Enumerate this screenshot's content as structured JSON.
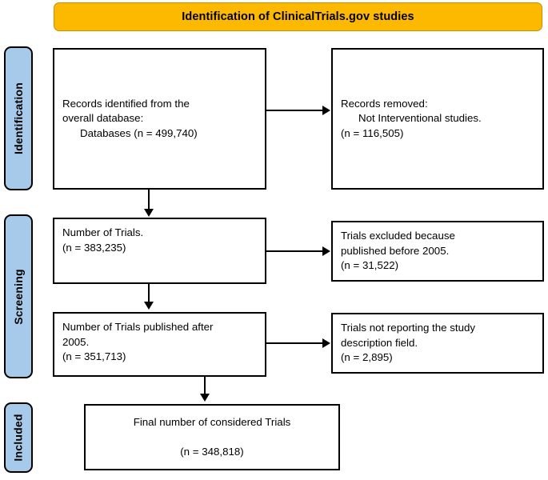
{
  "header": {
    "title": "Identification of ClinicalTrials.gov studies",
    "background_color": "#fcb900",
    "border_color": "#c99100"
  },
  "stages": [
    {
      "id": "identification",
      "label": "Identification",
      "color": "#a8caea"
    },
    {
      "id": "screening",
      "label": "Screening",
      "color": "#a8caea"
    },
    {
      "id": "included",
      "label": "Included",
      "color": "#a8caea"
    }
  ],
  "boxes": {
    "records_identified": {
      "line1": "Records identified from the",
      "line2": "overall database:",
      "line3": "Databases (n = 499,740)",
      "count": "499,740"
    },
    "records_removed": {
      "line1": "Records removed:",
      "line2": "Not Interventional studies.",
      "line3": "(n = 116,505)",
      "count": "116,505"
    },
    "number_of_trials": {
      "line1": "Number of Trials.",
      "line2": "(n = 383,235)",
      "count": "383,235"
    },
    "excluded_before_2005": {
      "line1": "Trials excluded because",
      "line2": "published before 2005.",
      "line3": "(n = 31,522)",
      "count": "31,522"
    },
    "trials_after_2005": {
      "line1": "Number of Trials published after",
      "line2": "2005.",
      "line3": "(n = 351,713)",
      "count": "351,713"
    },
    "no_description_field": {
      "line1": "Trials not reporting the study",
      "line2": "description field.",
      "line3": "(n = 2,895)",
      "count": "2,895"
    },
    "final_trials": {
      "line1": "Final number of considered Trials",
      "line2": "(n = 348,818)",
      "count": "348,818"
    }
  },
  "connectors": [
    {
      "id": "identified-to-trials",
      "direction": "down"
    },
    {
      "id": "trials-to-after2005",
      "direction": "down"
    },
    {
      "id": "after2005-to-final",
      "direction": "down"
    },
    {
      "id": "identified-to-removed",
      "direction": "right"
    },
    {
      "id": "trials-to-excluded",
      "direction": "right"
    },
    {
      "id": "after2005-to-nodescription",
      "direction": "right"
    }
  ]
}
